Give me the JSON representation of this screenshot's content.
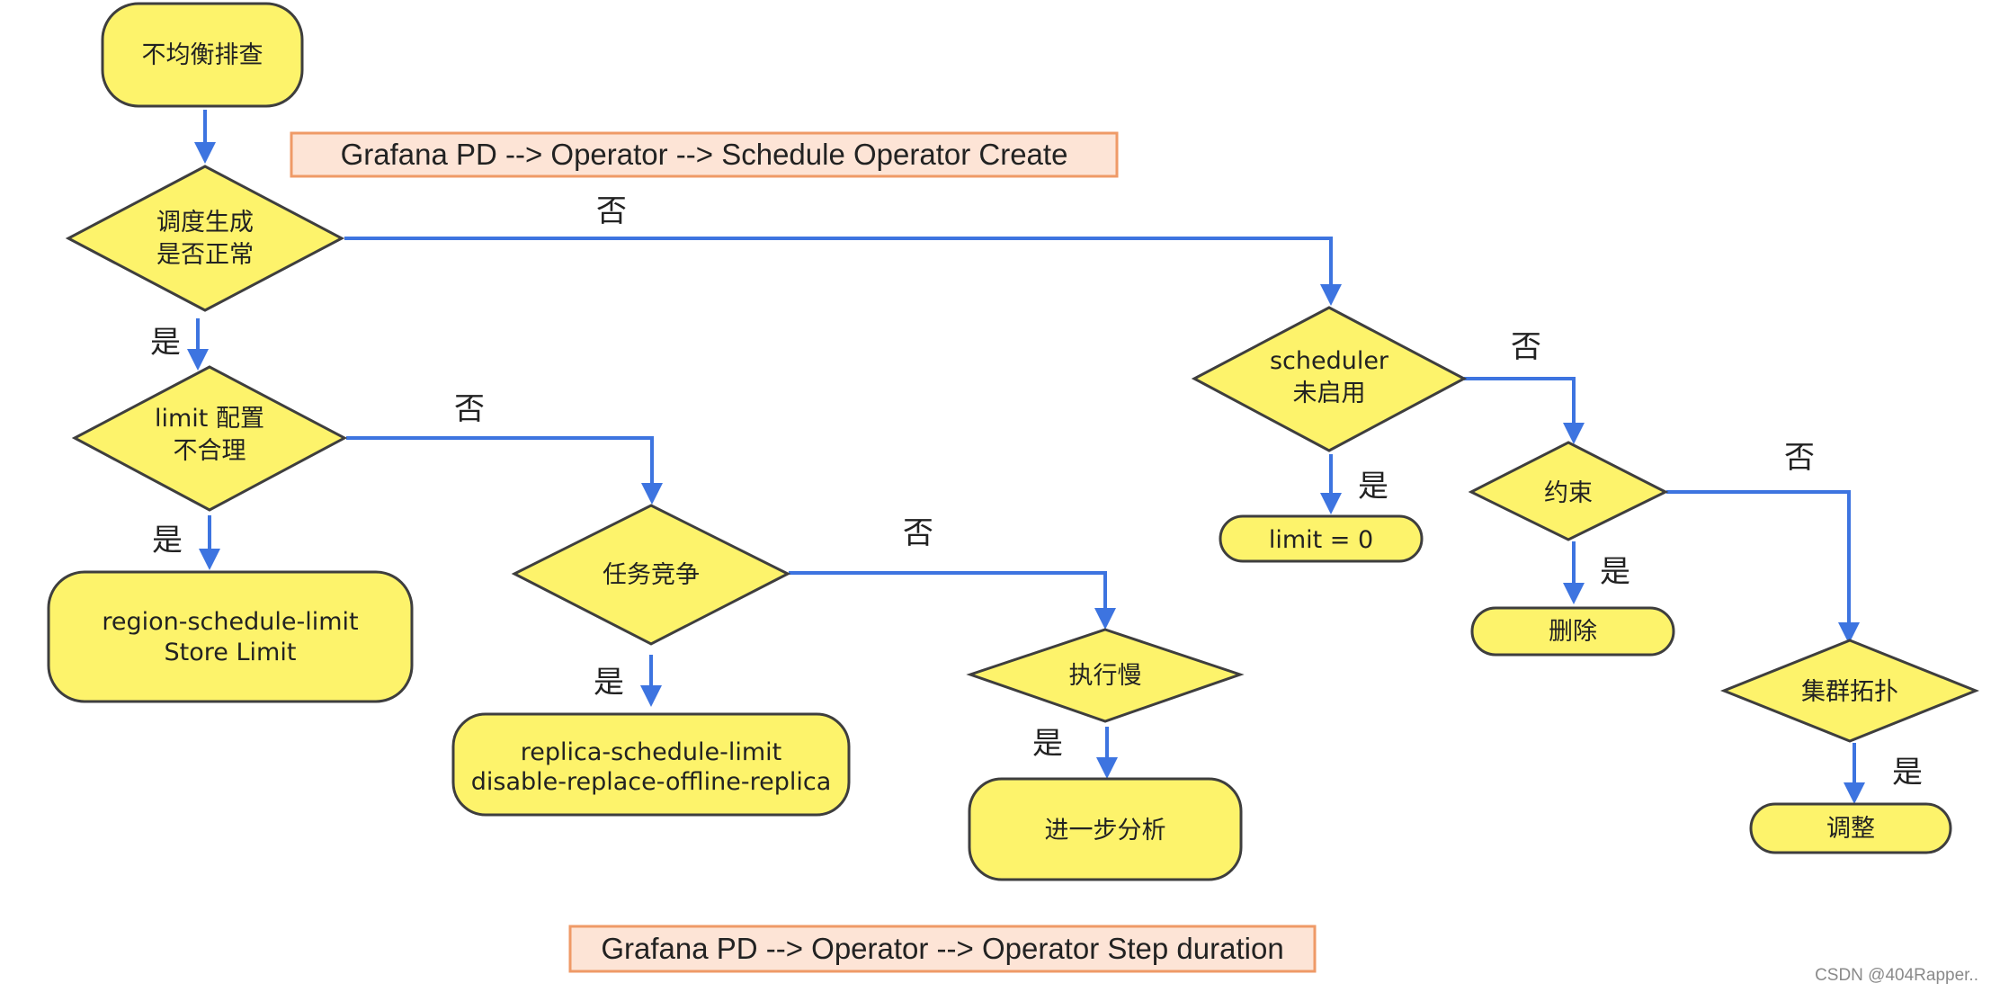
{
  "nodes": {
    "start": "不均衡排查",
    "check_generation": [
      "调度生成",
      "是否正常"
    ],
    "check_limit": [
      "limit 配置",
      "不合理"
    ],
    "limit_result": [
      "region-schedule-limit",
      "Store Limit"
    ],
    "task_competition": "任务竞争",
    "competition_result": [
      "replica-schedule-limit",
      "disable-replace-offline-replica"
    ],
    "slow_execution": "执行慢",
    "further_analysis": "进一步分析",
    "scheduler_disabled": [
      "scheduler",
      "未启用"
    ],
    "limit_zero": "limit = 0",
    "constraint": "约束",
    "delete": "删除",
    "cluster_topology": "集群拓扑",
    "adjust": "调整"
  },
  "edge_labels": {
    "yes": "是",
    "no": "否"
  },
  "notes": {
    "top": "Grafana PD --> Operator --> Schedule Operator Create",
    "bottom": "Grafana PD --> Operator --> Operator Step duration"
  },
  "watermark": "CSDN @404Rapper..",
  "colors": {
    "node_fill": "#fdf36b",
    "node_stroke": "#3e3e3e",
    "edge": "#3d74e0",
    "note_fill": "#fde4d6",
    "note_stroke": "#ef9a67"
  }
}
